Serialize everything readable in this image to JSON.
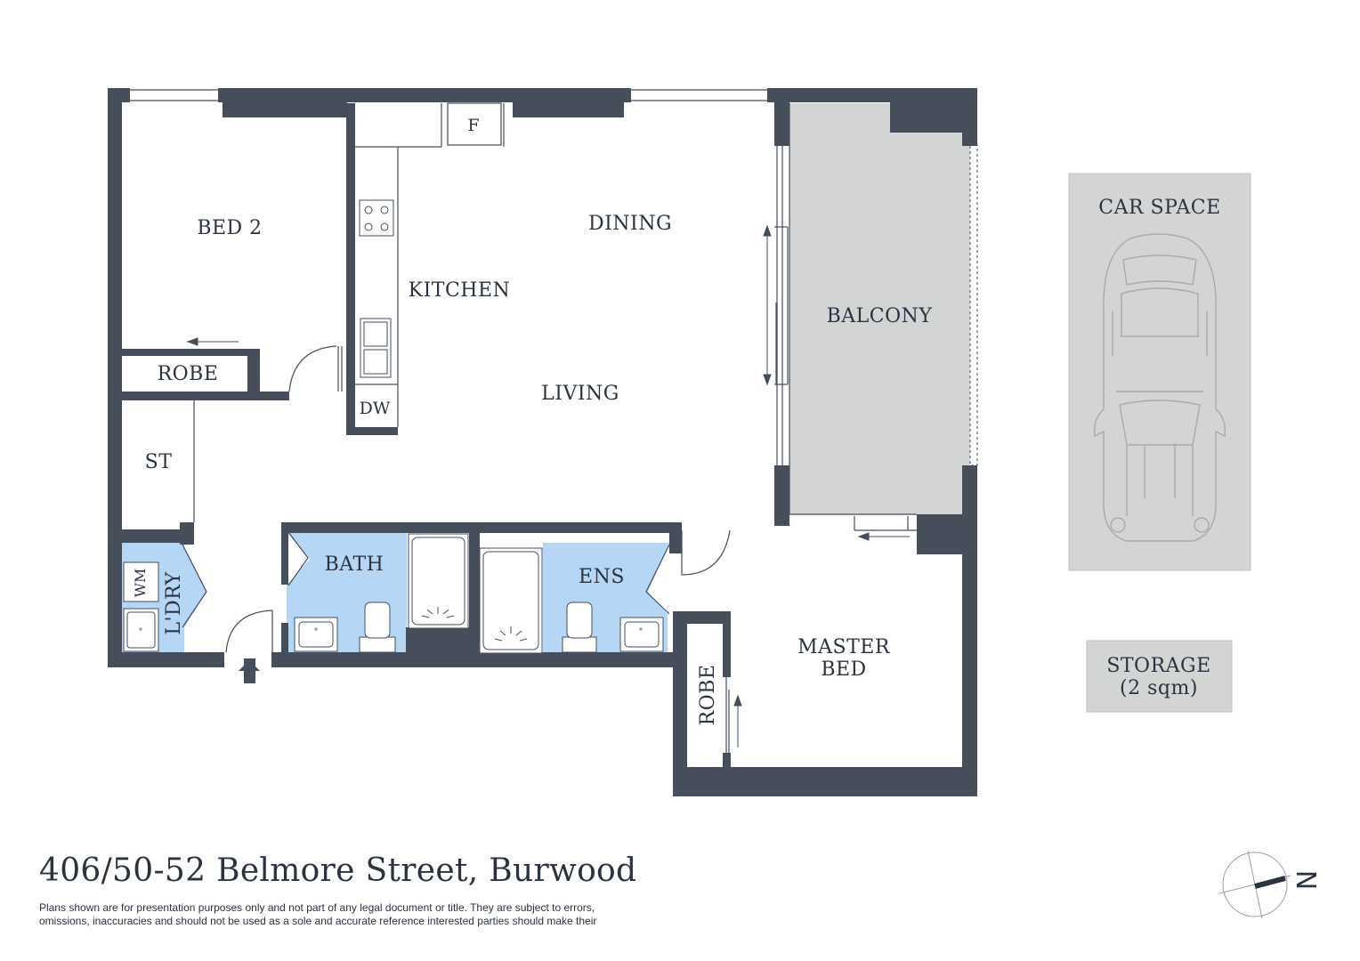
{
  "colors": {
    "wall": "#464e5c",
    "wet_area": "#b5d6f5",
    "balcony": "#d3d5d4",
    "car_space": "#d3d5d4",
    "storage": "#d3d5d4",
    "text": "#2b3340"
  },
  "rooms": {
    "bed2": "BED 2",
    "robe_bed2": "ROBE",
    "kitchen": "KITCHEN",
    "dining": "DINING",
    "living": "LIVING",
    "balcony": "BALCONY",
    "fridge": "F",
    "dishwasher": "DW",
    "store": "ST",
    "washing_machine": "WM",
    "laundry": "L'DRY",
    "bath": "BATH",
    "ensuite": "ENS",
    "master_line1": "MASTER",
    "master_line2": "BED",
    "robe_master": "ROBE"
  },
  "car_space": {
    "label": "CAR SPACE",
    "icon": "car-icon"
  },
  "storage": {
    "line1": "STORAGE",
    "line2": "(2 sqm)"
  },
  "address": "406/50-52 Belmore Street, Burwood",
  "disclaimer": "Plans shown are for presentation purposes only and not part of any legal document or title. They are subject to errors, omissions, inaccuracies and should not be used as a sole and accurate reference interested parties should make their",
  "compass": {
    "icon": "north-compass-icon",
    "letter": "N"
  }
}
